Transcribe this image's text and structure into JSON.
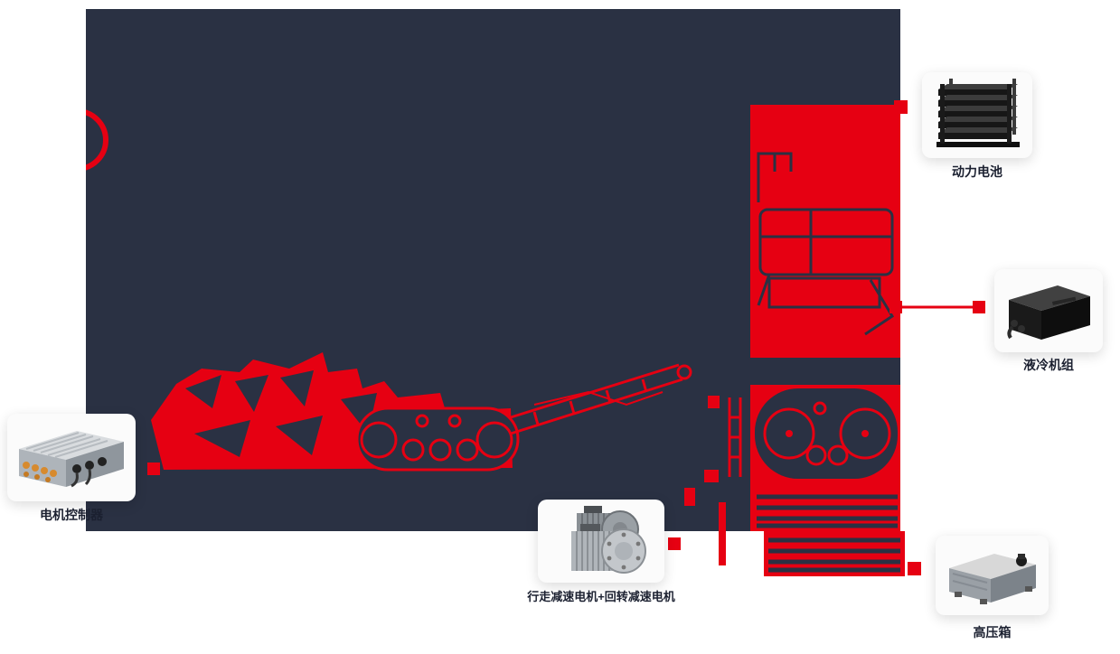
{
  "colors": {
    "panel_background": "#2a3143",
    "accent_red": "#e60012",
    "card_background": "#fbfbfb",
    "label_text": "#1b2030"
  },
  "callouts": {
    "battery": {
      "label": "动力电池",
      "image": "battery-pack"
    },
    "cooling": {
      "label": "液冷机组",
      "image": "liquid-cooling-unit"
    },
    "hv_box": {
      "label": "高压箱",
      "image": "high-voltage-box"
    },
    "motors": {
      "label": "行走减速电机+回转减速电机",
      "image": "drive-and-swing-reduction-motors"
    },
    "controller": {
      "label": "电机控制器",
      "image": "motor-controller"
    }
  }
}
